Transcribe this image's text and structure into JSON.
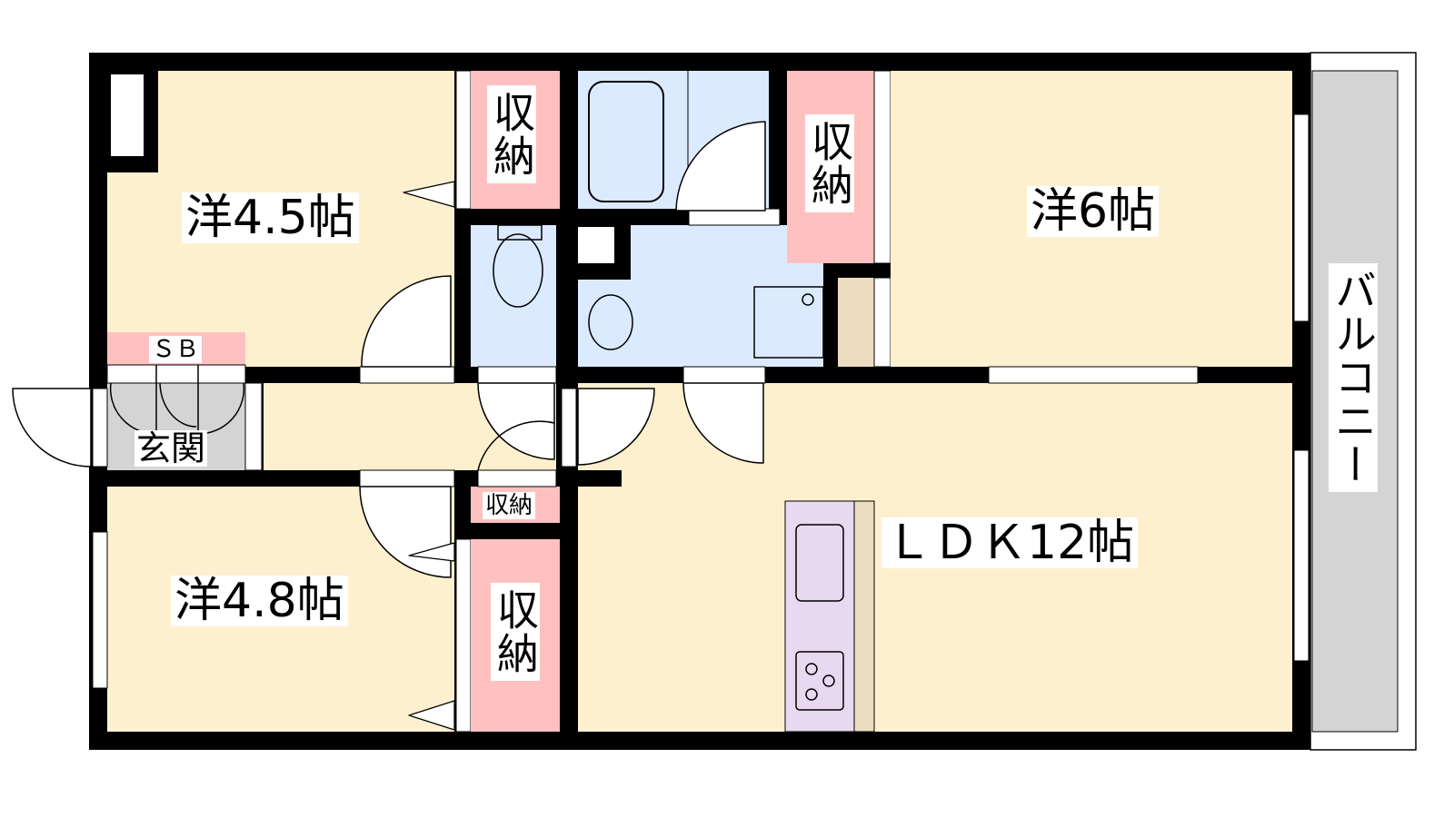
{
  "rooms": {
    "western_45": "洋4.5帖",
    "western_6": "洋6帖",
    "western_48": "洋4.8帖",
    "ldk": "ＬＤＫ12帖",
    "entrance": "玄関",
    "shoe_box": "ＳＢ",
    "balcony": "バルコニー",
    "storage_top_left": "収納",
    "storage_top_right": "収納",
    "storage_small": "収納",
    "storage_bottom": "収納"
  },
  "colors": {
    "room": "#fdf0cf",
    "storage": "#ffc0c0",
    "wet": "#dbeafe",
    "entrance": "#d4d4d4",
    "kitchen": "#e8d8f0",
    "wall": "#000000",
    "balcony": "#d4d4d4"
  }
}
